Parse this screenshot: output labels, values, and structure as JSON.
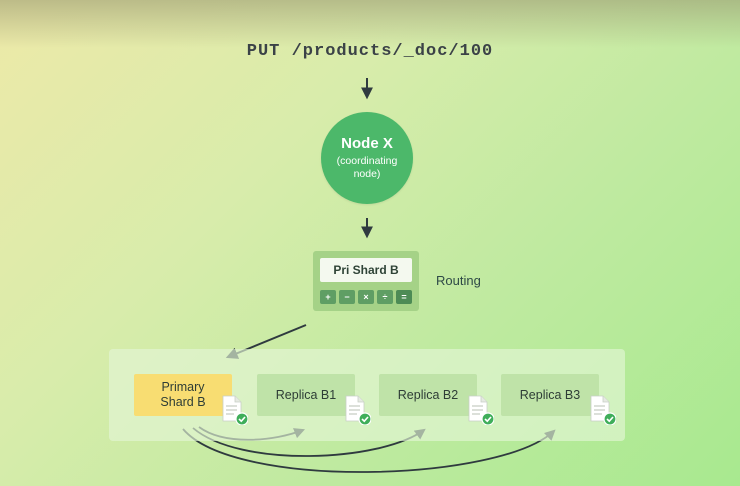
{
  "request": {
    "text": "PUT /products/_doc/100"
  },
  "coordinator": {
    "title": "Node X",
    "subtitle_line1": "(coordinating",
    "subtitle_line2": "node)"
  },
  "routing_box": {
    "shard_label": "Pri Shard B",
    "keys": [
      "+",
      "−",
      "×",
      "÷",
      "="
    ]
  },
  "routing_label": "Routing",
  "shards": {
    "primary": {
      "line1": "Primary",
      "line2": "Shard B"
    },
    "replicas": [
      "Replica B1",
      "Replica B2",
      "Replica B3"
    ]
  },
  "colors": {
    "node": "#4cb86a",
    "primary_shard": "#f8dd72",
    "replica_shard": "#bfe3a8",
    "check": "#3fae5a",
    "arrow": "#2f3a3f"
  },
  "icons": [
    "arrow-down-icon",
    "calculator-icon",
    "document-icon",
    "check-circle-icon"
  ]
}
